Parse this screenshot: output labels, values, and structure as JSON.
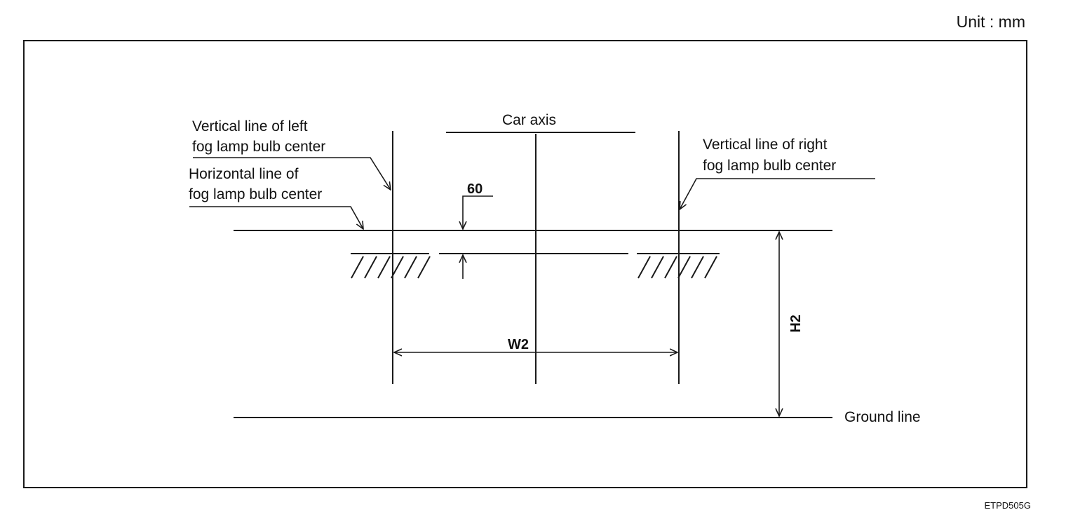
{
  "unit_label": "Unit : mm",
  "figure_code": "ETPD505G",
  "labels": {
    "car_axis": "Car axis",
    "left_vertical_line1": "Vertical line of left",
    "left_vertical_line2": "fog  lamp bulb center",
    "right_vertical_line1": "Vertical line of right",
    "right_vertical_line2": "fog lamp bulb center",
    "horizontal_line1": "Horizontal line of",
    "horizontal_line2": "fog lamp bulb center",
    "ground_line": "Ground line",
    "offset_value": "60",
    "width_dim": "W2",
    "height_dim": "H2"
  },
  "colors": {
    "line": "#1a1a1a",
    "background": "#ffffff"
  }
}
